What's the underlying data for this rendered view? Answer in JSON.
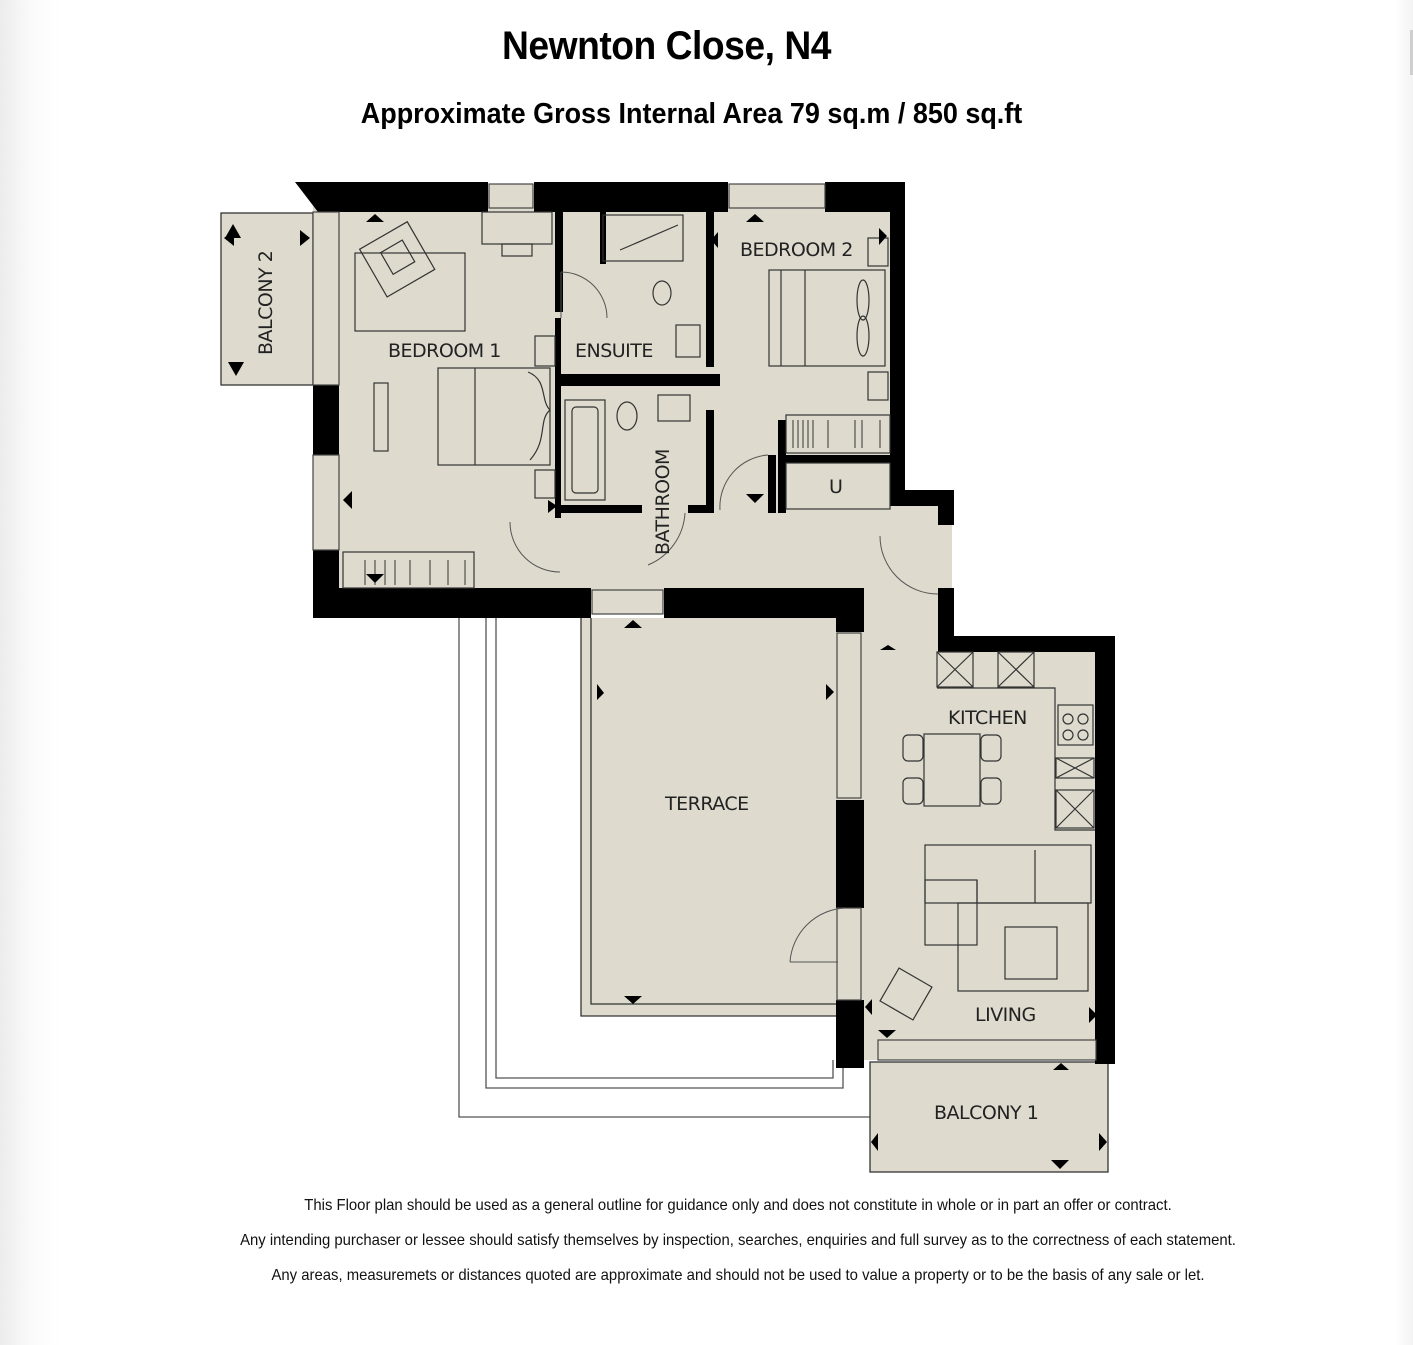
{
  "header": {
    "title": "Newnton Close, N4",
    "subtitle": "Approximate Gross Internal Area 79 sq.m / 850 sq.ft"
  },
  "colors": {
    "floor_fill": "#dedbce",
    "wall": "#000000",
    "line": "#333333",
    "background": "#ffffff"
  },
  "rooms": {
    "bedroom1": "BEDROOM 1",
    "bedroom2": "BEDROOM 2",
    "ensuite": "ENSUITE",
    "bathroom": "BATHROOM",
    "utility": "U",
    "terrace": "TERRACE",
    "kitchen": "KITCHEN",
    "living": "LIVING",
    "balcony1": "BALCONY 1",
    "balcony2": "BALCONY 2"
  },
  "disclaimer": {
    "line1": "This Floor plan should be used as a general outline for guidance only and does not constitute in whole or in part an offer or contract.",
    "line2": "Any intending purchaser or lessee should satisfy themselves by inspection, searches, enquiries and full survey as to the correctness of each statement.",
    "line3": "Any areas, measuremets or distances quoted are approximate and should not be used to value a property or to be the basis of any sale or let."
  }
}
